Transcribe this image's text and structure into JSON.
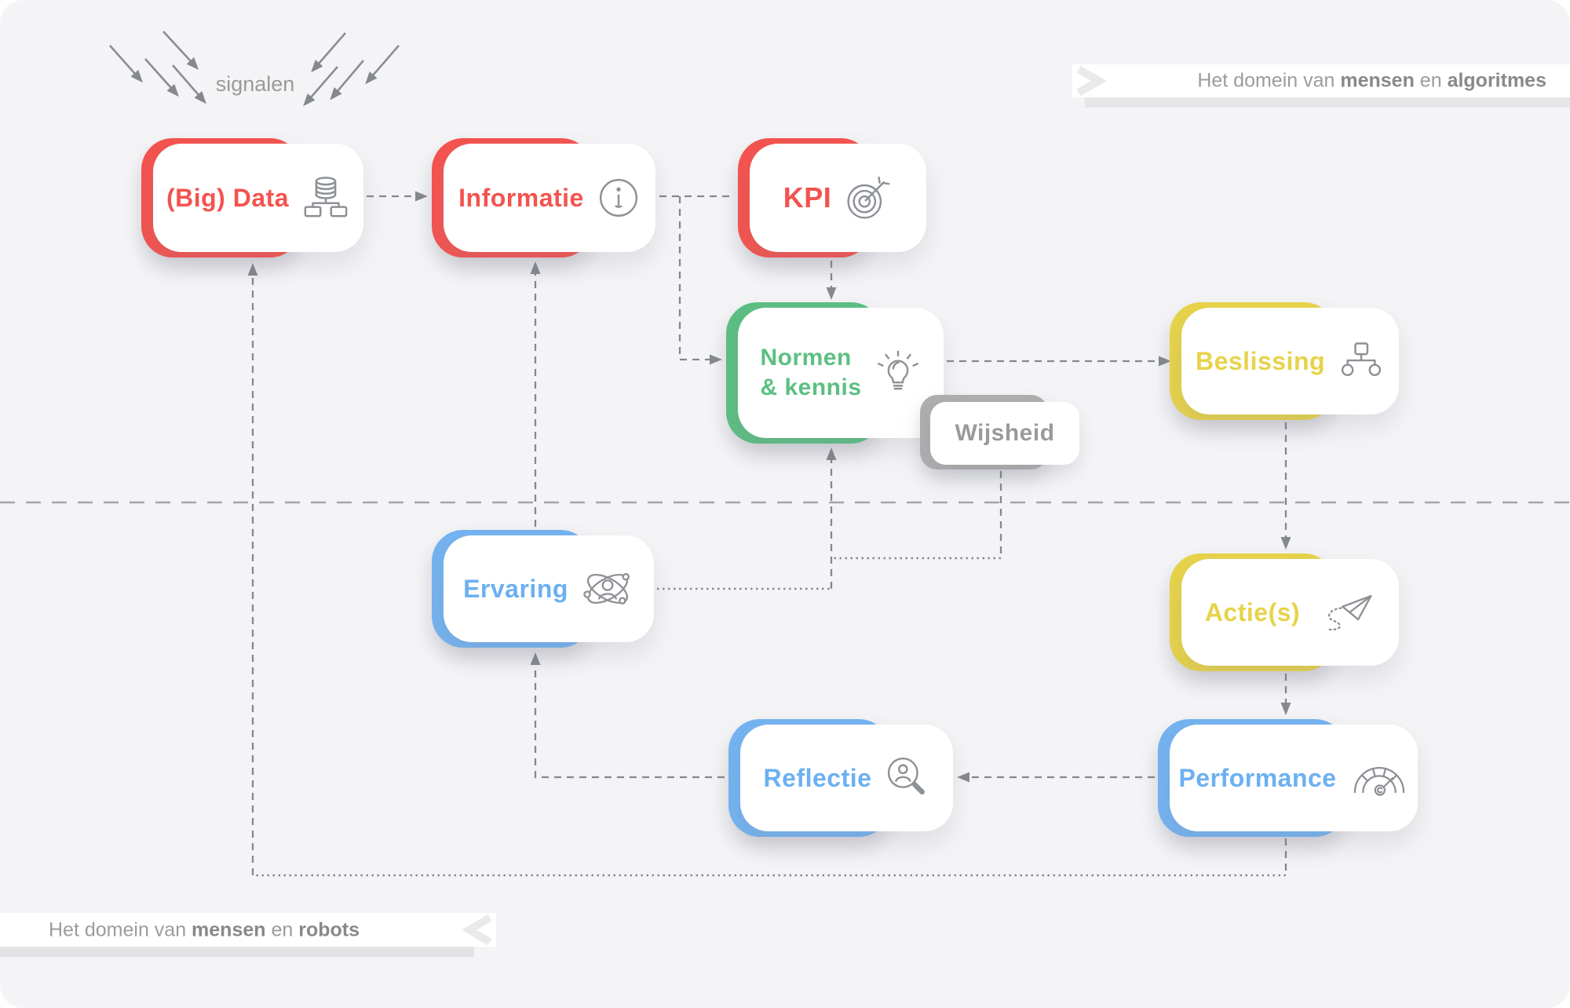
{
  "page": {
    "background": "#f4f4f6",
    "divider_color": "#a3a6aa",
    "wire_color": "#85898e"
  },
  "signals": {
    "label": "signalen"
  },
  "banners": {
    "top_right": {
      "text_prefix": "Het domein van ",
      "bold_1": "mensen",
      "text_middle": " en ",
      "bold_2": "algoritmes"
    },
    "bottom_left": {
      "text_prefix": "Het domein van ",
      "bold_1": "mensen",
      "text_middle": " en ",
      "bold_2": "robots"
    }
  },
  "nodes": {
    "big_data": {
      "label": "(Big) Data",
      "color": "#f4534f",
      "icon": "database-network-icon"
    },
    "informatie": {
      "label": "Informatie",
      "color": "#f4534f",
      "icon": "info-icon"
    },
    "kpi": {
      "label": "KPI",
      "color": "#f4534f",
      "icon": "target-icon"
    },
    "normen_kennis": {
      "label_line_1": "Normen",
      "label_line_2": "& kennis",
      "color": "#5cbf82",
      "icon": "lightbulb-icon"
    },
    "wijsheid": {
      "label": "Wijsheid",
      "color": "#aeaeae"
    },
    "beslissing": {
      "label": "Beslissing",
      "color": "#e7d34a",
      "icon": "org-chart-icon"
    },
    "ervaring": {
      "label": "Ervaring",
      "color": "#74b3f0",
      "icon": "person-orbit-icon"
    },
    "acties": {
      "label": "Actie(s)",
      "color": "#e7d34a",
      "icon": "paper-plane-icon"
    },
    "performance": {
      "label": "Performance",
      "color": "#74b3f0",
      "icon": "gauge-icon"
    },
    "reflectie": {
      "label": "Reflectie",
      "color": "#74b3f0",
      "icon": "magnifier-person-icon"
    }
  }
}
